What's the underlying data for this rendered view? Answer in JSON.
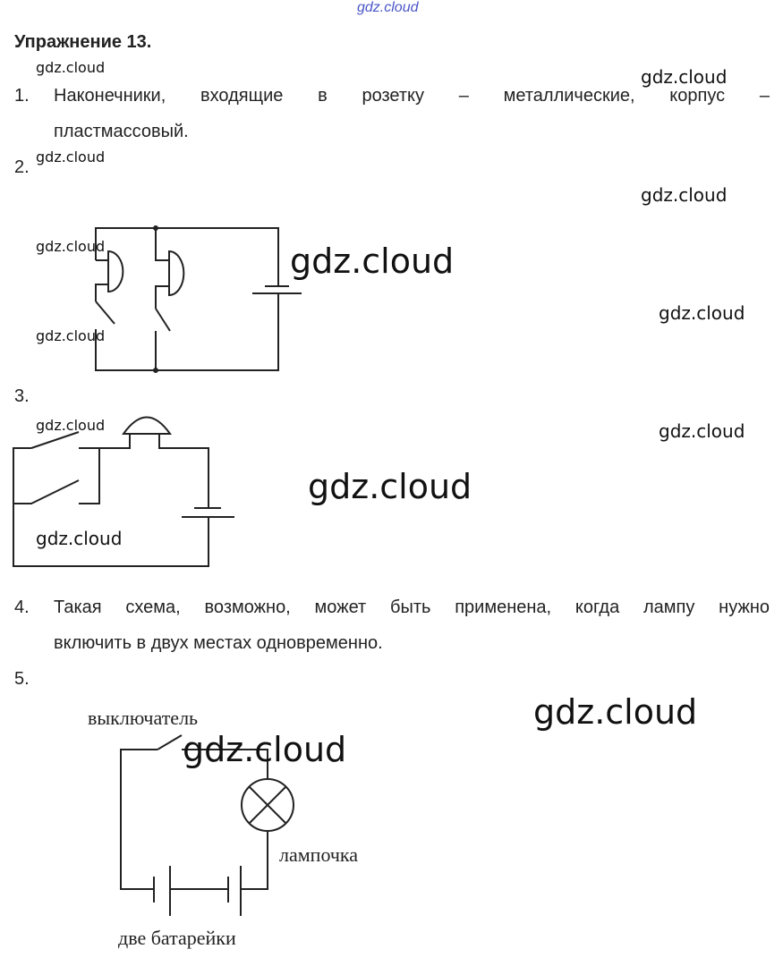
{
  "watermark": "gdz.cloud",
  "heading": "Упражнение 13.",
  "items": [
    {
      "num": "1.",
      "line1": "Наконечники, входящие в розетку – металлические, корпус –",
      "line2": "пластмассовый."
    },
    {
      "num": "2."
    },
    {
      "num": "3."
    },
    {
      "num": "4.",
      "line1": "Такая схема, возможно, может быть применена, когда лампу нужно",
      "line2": "включить в двух местах одновременно."
    },
    {
      "num": "5."
    }
  ],
  "diagram5_labels": {
    "switch": "выключатель",
    "lamp": "лампочка",
    "batteries": "две батарейки"
  }
}
